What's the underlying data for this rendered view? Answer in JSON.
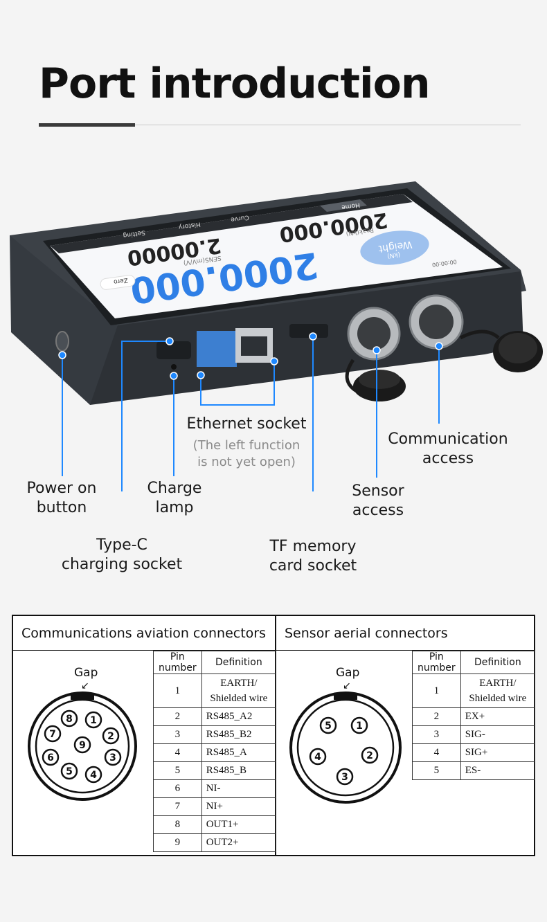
{
  "header": {
    "title": "Port introduction"
  },
  "device": {
    "screen": {
      "tab_home": "Home",
      "tab_curve": "Curve",
      "tab_history": "History",
      "tab_setting": "Setting",
      "main_value": "2000.000",
      "peak_value": "2000.000",
      "peak_label": "Peak(kN)",
      "sens_value": "2.00000",
      "sens_label": "SENS(mV/V)",
      "unit_bubble": "Weight",
      "unit_sub": "(kN)",
      "zero_button": "Zero",
      "time": "00:00:00"
    },
    "accent_color": "#1e88ff"
  },
  "callouts": {
    "power": "Power on\nbutton",
    "charge_lamp": "Charge\nlamp",
    "type_c": "Type-C\ncharging socket",
    "ethernet": "Ethernet socket",
    "ethernet_note": "(The left function\nis not yet open)",
    "tf_card": "TF memory\ncard socket",
    "sensor": "Sensor\naccess",
    "communication": "Communication\naccess"
  },
  "comm_panel": {
    "title": "Communications aviation connectors",
    "gap_label": "Gap",
    "col_pin": "Pin number",
    "col_def": "Definition",
    "pins": [
      {
        "num": "1",
        "def": "EARTH/\nShielded wire"
      },
      {
        "num": "2",
        "def": "RS485_A2"
      },
      {
        "num": "3",
        "def": "RS485_B2"
      },
      {
        "num": "4",
        "def": "RS485_A"
      },
      {
        "num": "5",
        "def": "RS485_B"
      },
      {
        "num": "6",
        "def": "NI-"
      },
      {
        "num": "7",
        "def": "NI+"
      },
      {
        "num": "8",
        "def": "OUT1+"
      },
      {
        "num": "9",
        "def": "OUT2+"
      }
    ],
    "diagram_pins": [
      "1",
      "2",
      "3",
      "4",
      "5",
      "6",
      "7",
      "8",
      "9"
    ]
  },
  "sensor_panel": {
    "title": "Sensor aerial connectors",
    "gap_label": "Gap",
    "col_pin": "Pin number",
    "col_def": "Definition",
    "pins": [
      {
        "num": "1",
        "def": "EARTH/\nShielded wire"
      },
      {
        "num": "2",
        "def": "EX+"
      },
      {
        "num": "3",
        "def": "SIG-"
      },
      {
        "num": "4",
        "def": "SIG+"
      },
      {
        "num": "5",
        "def": "ES-"
      }
    ],
    "diagram_pins": [
      "1",
      "2",
      "3",
      "4",
      "5"
    ]
  }
}
